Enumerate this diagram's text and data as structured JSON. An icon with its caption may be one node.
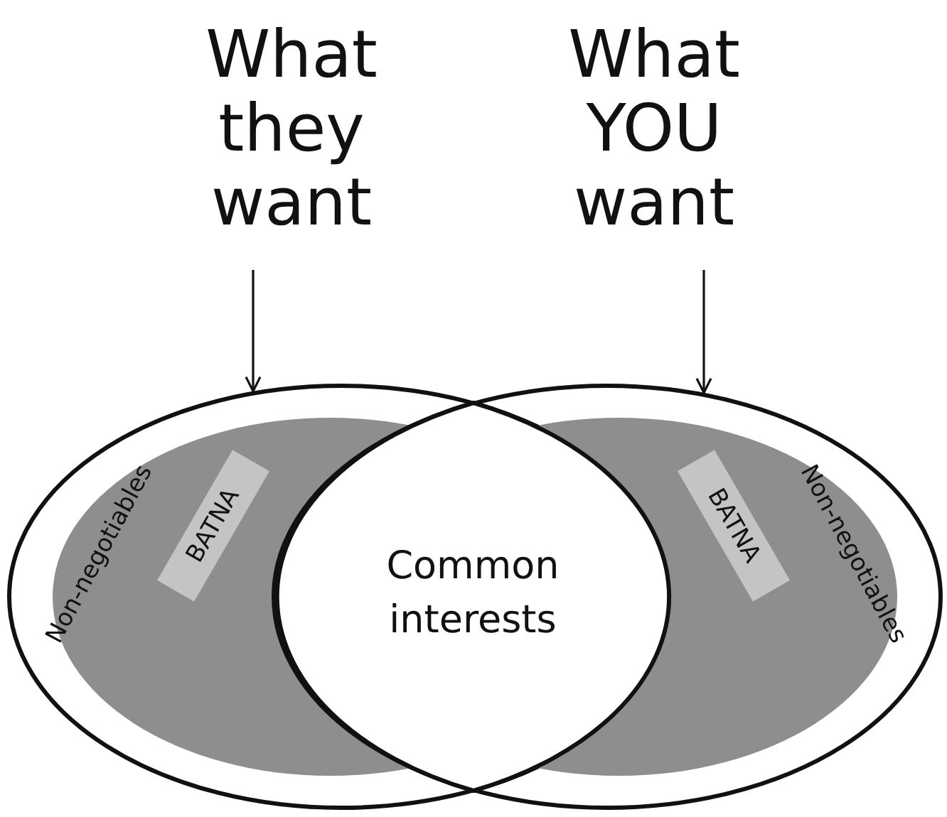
{
  "diagram": {
    "nodes": [
      {
        "text": [
          "What they want"
        ]
      },
      {
        "text": [
          "What YOU want"
        ]
      },
      {
        "text": [
          "Non-negotiables"
        ]
      },
      {
        "text": [
          "BATNA"
        ],
        "in": 2
      },
      {
        "text": [
          "Common interests"
        ]
      },
      {
        "text": [
          "Non-negotiables"
        ]
      },
      {
        "text": [
          "BATNA"
        ],
        "in": 5
      }
    ],
    "edges": [
      {
        "from": 0,
        "to": 2,
        "arrow": "to"
      },
      {
        "from": 1,
        "to": 5,
        "arrow": "to"
      }
    ]
  }
}
